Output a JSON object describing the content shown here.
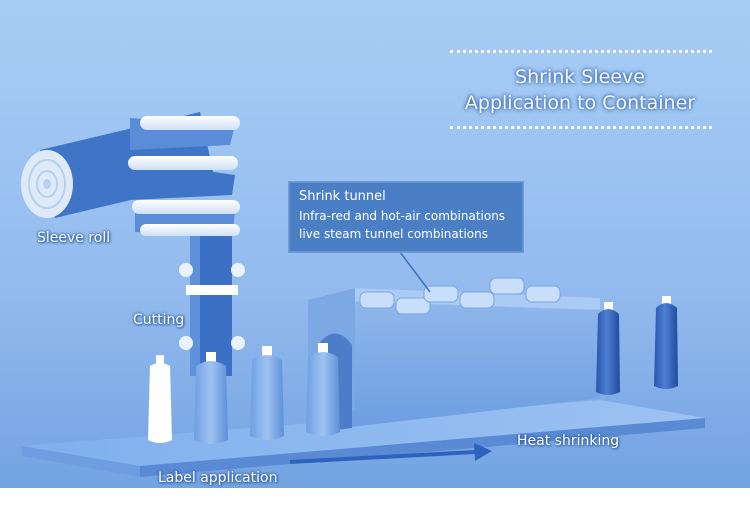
{
  "title": {
    "line1": "Shrink Sleeve",
    "line2": "Application to Container"
  },
  "callout": {
    "heading": "Shrink tunnel",
    "line1": "Infra-red and hot-air combinations",
    "line2": "live steam tunnel combinations"
  },
  "labels": {
    "sleeve_roll": "Sleeve roll",
    "cutting": "Cutting",
    "label_application": "Label application",
    "heat_shrinking": "Heat shrinking"
  },
  "colors": {
    "background_top": "#a9ccf4",
    "background_bottom": "#79a7e2",
    "sleeve_blue": "#3f74c7",
    "bottle_dark": "#2b58b4",
    "callout_box": "#4b7fc5",
    "arrow": "#2d63bd"
  }
}
